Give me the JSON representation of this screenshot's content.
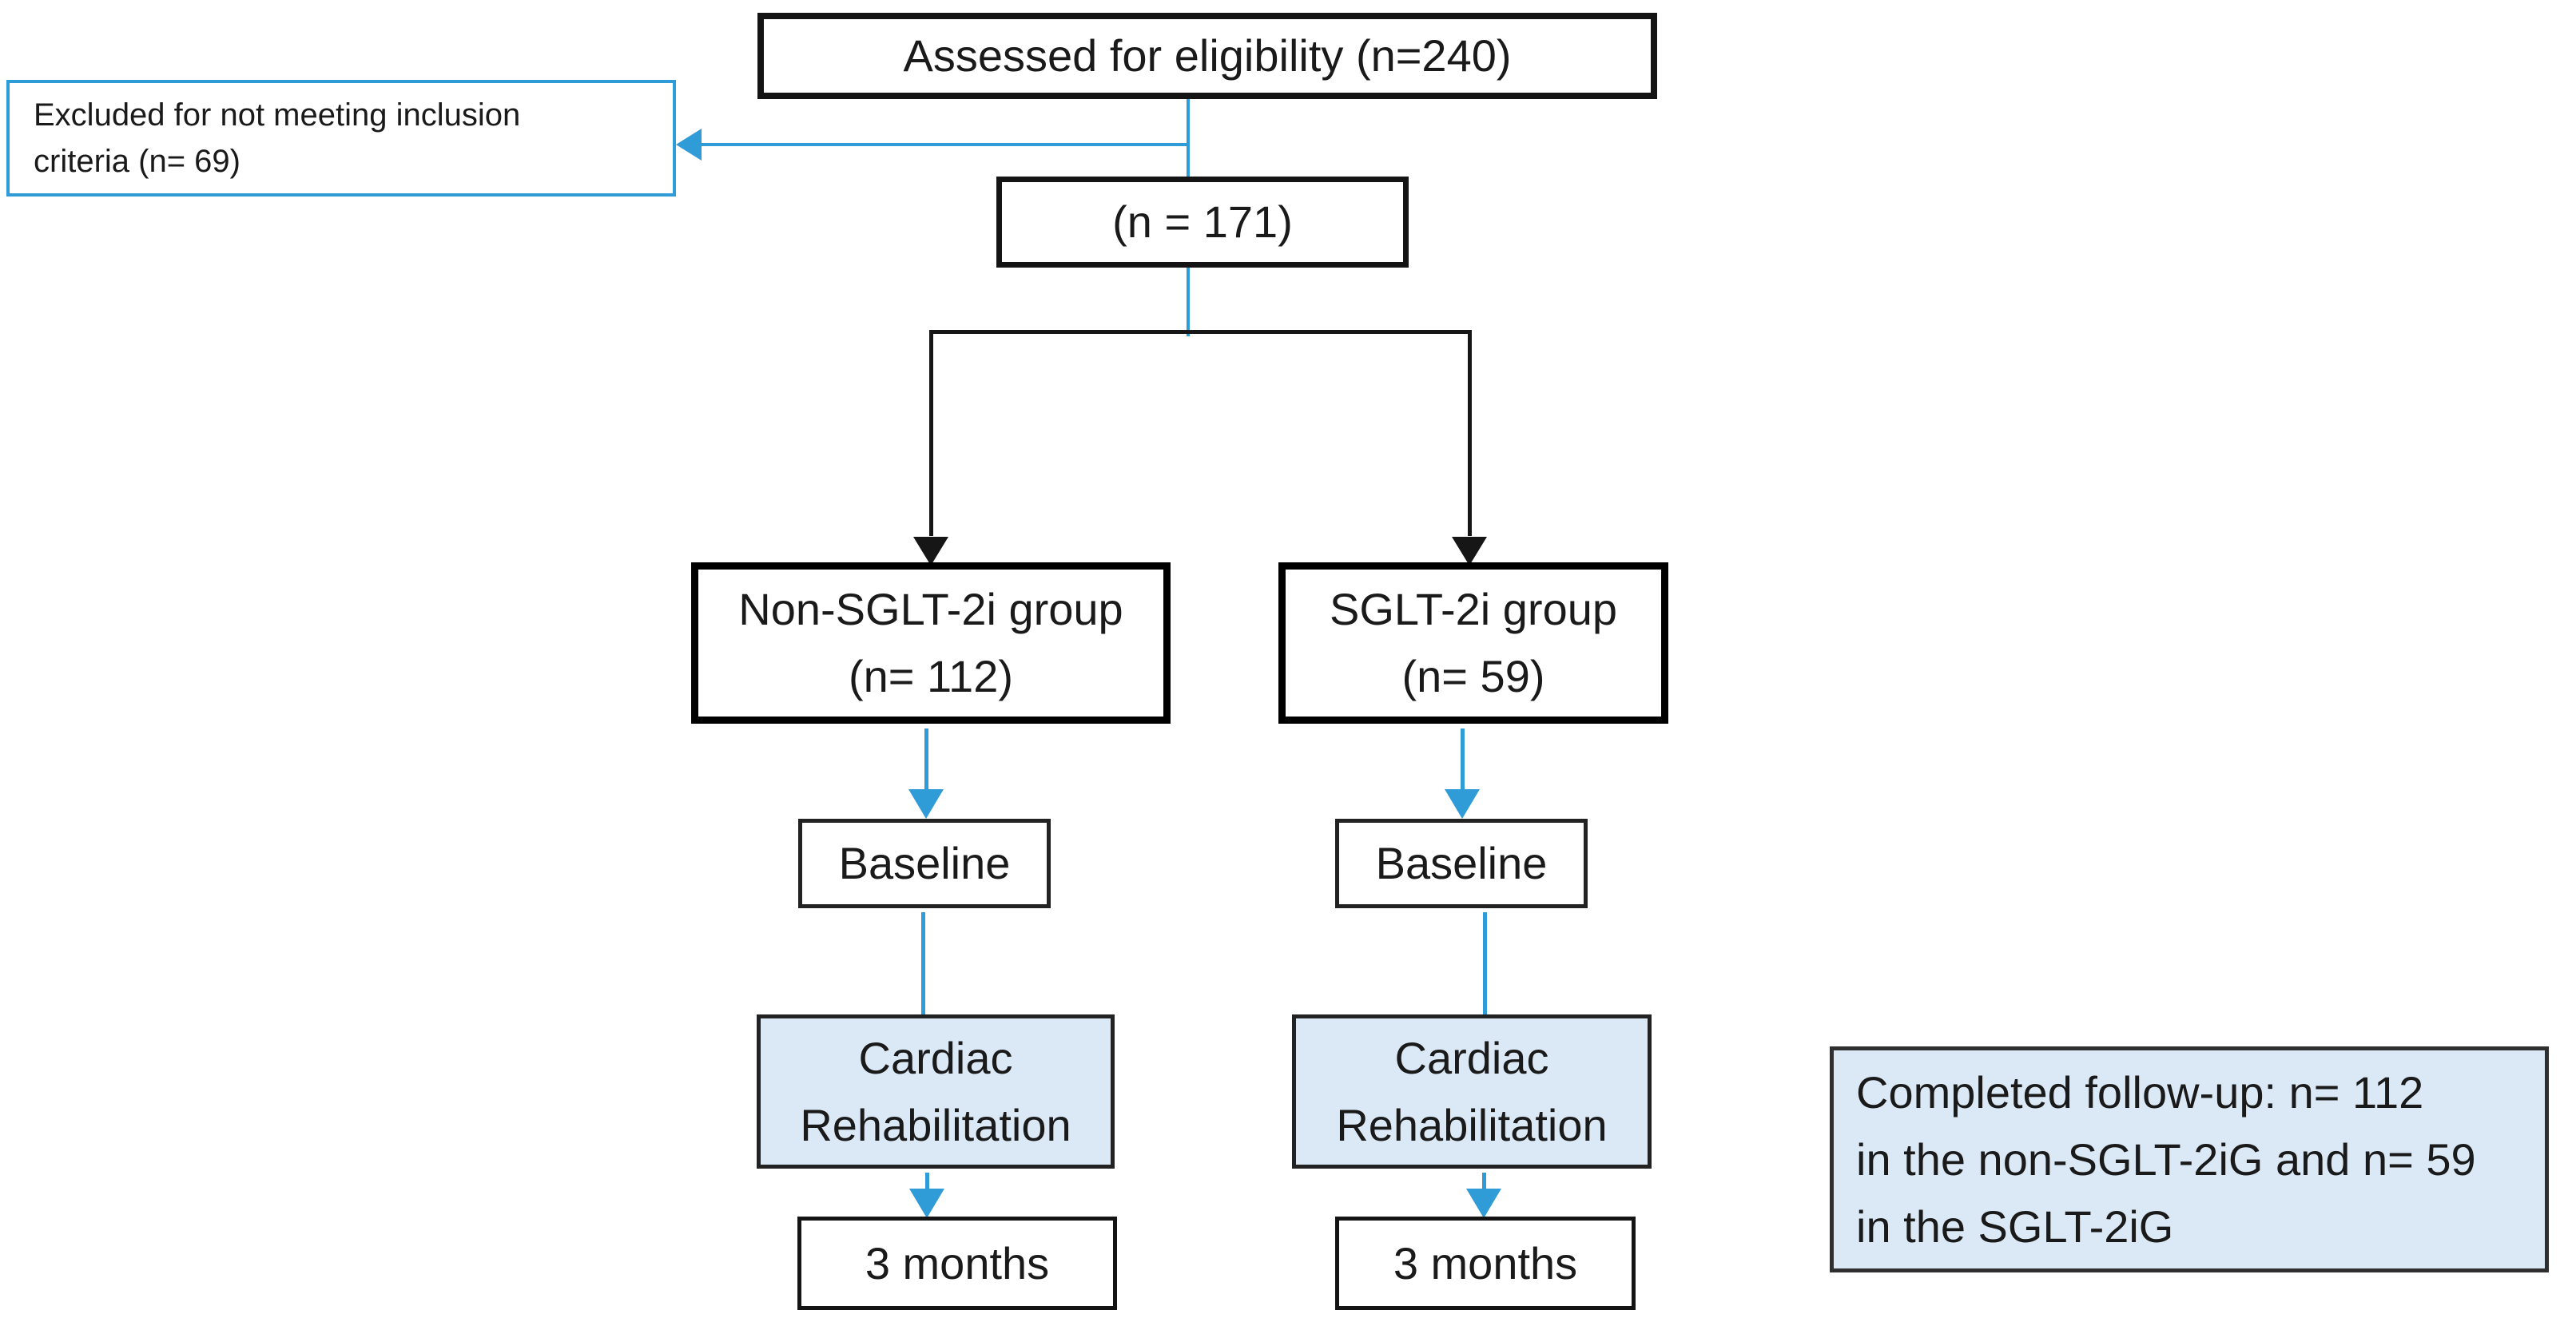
{
  "diagram": {
    "title_semantic": "Study enrollment flow diagram",
    "colors": {
      "accent_blue": "#2F9BD7",
      "light_blue_fill": "#DBE9F6",
      "line_black": "#161616",
      "text": "#1A1A1A",
      "background": "#FFFFFF"
    },
    "boxes": {
      "assessed": {
        "label": "Assessed for eligibility (n=240)"
      },
      "excluded": {
        "line1": "Excluded for not meeting inclusion",
        "line2": "criteria (n= 69)"
      },
      "eligible": {
        "label": "(n = 171)"
      },
      "group_left": {
        "line1": "Non-SGLT-2i group",
        "line2": "(n= 112)"
      },
      "group_right": {
        "line1": "SGLT-2i group",
        "line2": "(n= 59)"
      },
      "baseline_left": {
        "label": "Baseline"
      },
      "baseline_right": {
        "label": "Baseline"
      },
      "cardiac_left": {
        "line1": "Cardiac",
        "line2": "Rehabilitation"
      },
      "cardiac_right": {
        "line1": "Cardiac",
        "line2": "Rehabilitation"
      },
      "months_left": {
        "label": "3 months"
      },
      "months_right": {
        "label": "3 months"
      },
      "completed": {
        "line1": "Completed follow-up: n= 112",
        "line2": "in the non-SGLT-2iG and n= 59",
        "line3": "in the SGLT-2iG"
      }
    }
  }
}
